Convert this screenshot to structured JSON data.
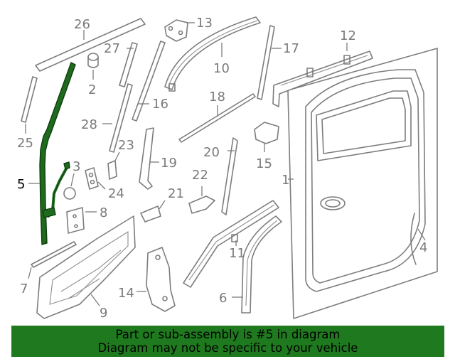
{
  "diagram": {
    "highlighted_part": "5",
    "labels": {
      "p1": "1",
      "p2": "2",
      "p3": "3",
      "p4": "4",
      "p5": "5",
      "p6": "6",
      "p7": "7",
      "p8": "8",
      "p9": "9",
      "p10": "10",
      "p11": "11",
      "p12": "12",
      "p13": "13",
      "p14": "14",
      "p15": "15",
      "p16": "16",
      "p17": "17",
      "p18": "18",
      "p19": "19",
      "p20": "20",
      "p21": "21",
      "p22": "22",
      "p23": "23",
      "p24": "24",
      "p25": "25",
      "p26": "26",
      "p27": "27",
      "p28": "28"
    },
    "colors": {
      "highlight_fill": "#1e6b1e",
      "banner_bg": "#1f7a1f",
      "line_art": "#7d7d7d"
    }
  },
  "banner": {
    "line1": "Part or sub-assembly is #5 in diagram",
    "line2": "Diagram may not be specific to your vehicle"
  }
}
